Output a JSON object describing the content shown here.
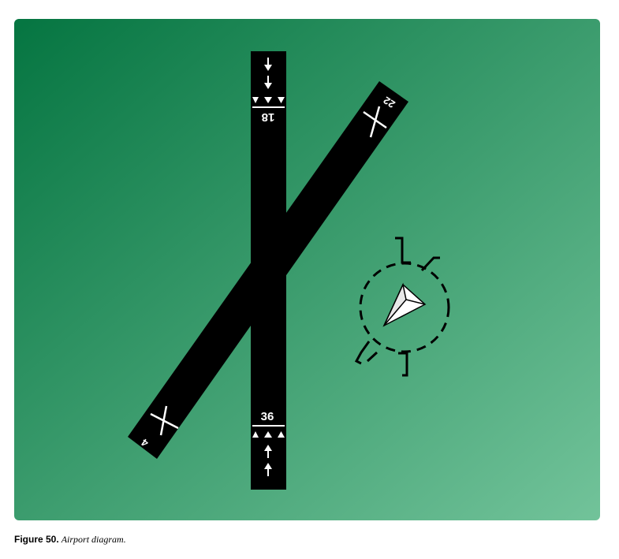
{
  "diagram": {
    "runway_north": "18",
    "runway_south": "36",
    "runway_ne": "22",
    "runway_sw": "4",
    "colors": {
      "background_start": "#057541",
      "background_end": "#72c39a",
      "runway": "#000000",
      "marking": "#ffffff"
    }
  },
  "caption": {
    "label": "Figure 50.",
    "text": "Airport diagram."
  }
}
